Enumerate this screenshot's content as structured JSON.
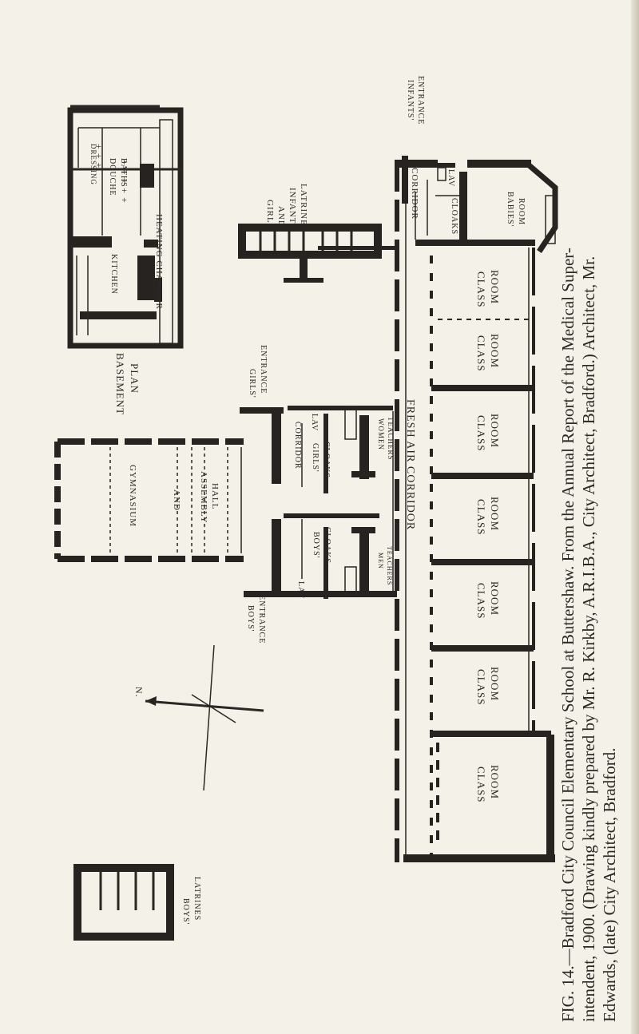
{
  "plan": {
    "basement_title": [
      "BASEMENT",
      "PLAN"
    ],
    "rooms": {
      "dressing": "DRESSING",
      "douche": "DOUCHE",
      "baths": "BATHS",
      "kitchen": "KITCHEN",
      "heating": "HEATING CHAMBER",
      "girls_infants_latrines": [
        "GIRLS'",
        "AND",
        "INFANTS'",
        "LATRINES"
      ],
      "infants_entrance": [
        "INFANTS'",
        "ENTRANCE"
      ],
      "corridor_top": "CORRIDOR",
      "lav_top": "LAV",
      "cloaks_top": "CLOAKS",
      "babies_room": [
        "BABIES'",
        "ROOM"
      ],
      "class_room": [
        "CLASS",
        "ROOM"
      ],
      "girls_entrance": [
        "GIRLS'",
        "ENTRANCE"
      ],
      "gymnasium": "GYMNASIUM",
      "and": "AND",
      "assembly_hall": [
        "ASSEMBLY",
        "HALL"
      ],
      "corridor_mid": "CORRIDOR",
      "lav_mid": "LAV",
      "girls_cloaks": [
        "GIRLS'",
        "CLOAKS"
      ],
      "women_teachers": [
        "WOMEN",
        "TEACHERS"
      ],
      "fresh_air_corridor": "FRESH   AIR   CORRIDOR",
      "boys_cloaks": [
        "BOYS'",
        "CLOAKS"
      ],
      "men_teachers": [
        "MEN",
        "TEACHERS"
      ],
      "lav_bottom": "LAV",
      "boys_entrance": [
        "BOYS'",
        "ENTRANCE"
      ],
      "boys_latrines": [
        "BOYS'",
        "LATRINES"
      ],
      "north": "N."
    }
  },
  "caption": [
    "FIG. 14.—Bradford City Council Elementary School at Buttershaw.  From the Annual Report of the Medical Super-",
    "intendent, 1900.  (Drawing kindly prepared by Mr. R. Kirkby, A.R.I.B.A., City Architect, Bradford.)  Architect, Mr.",
    "Edwards, (late) City Architect, Bradford."
  ]
}
